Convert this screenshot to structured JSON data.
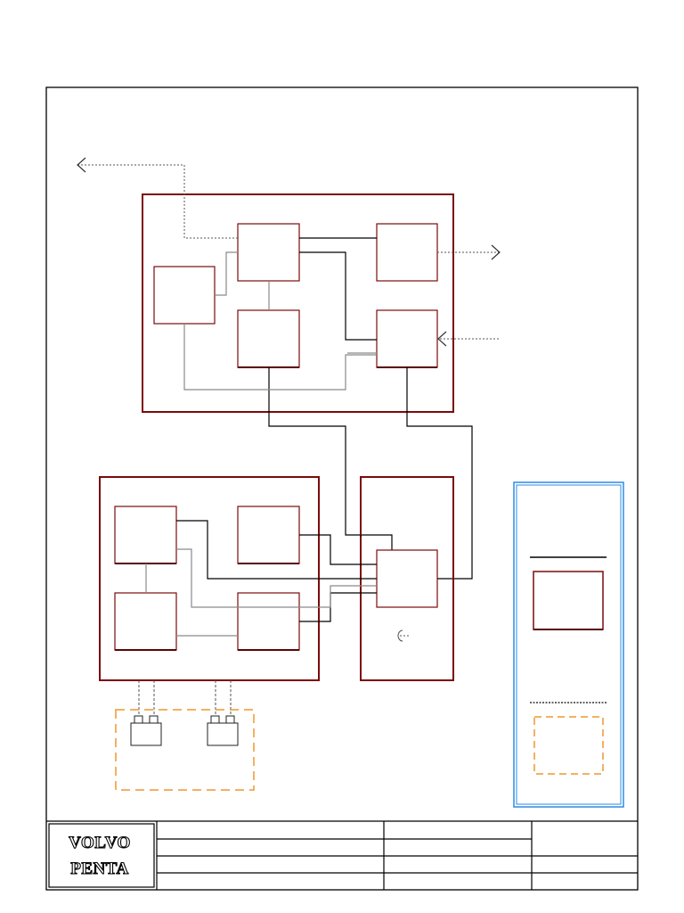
{
  "logo": {
    "line1": "VOLVO",
    "line2": "PENTA"
  },
  "colors": {
    "module_border": "#7a0a0a",
    "wire_primary": "#000000",
    "wire_secondary": "#8a8a8a",
    "legend_frame": "#2b8be6",
    "optional_group": "#f0962e",
    "frame": "#000000"
  },
  "icons": {
    "external_arrow": "open-chevron-arrow",
    "connector": "plug-connector",
    "sensor": "half-circle-symbol"
  }
}
